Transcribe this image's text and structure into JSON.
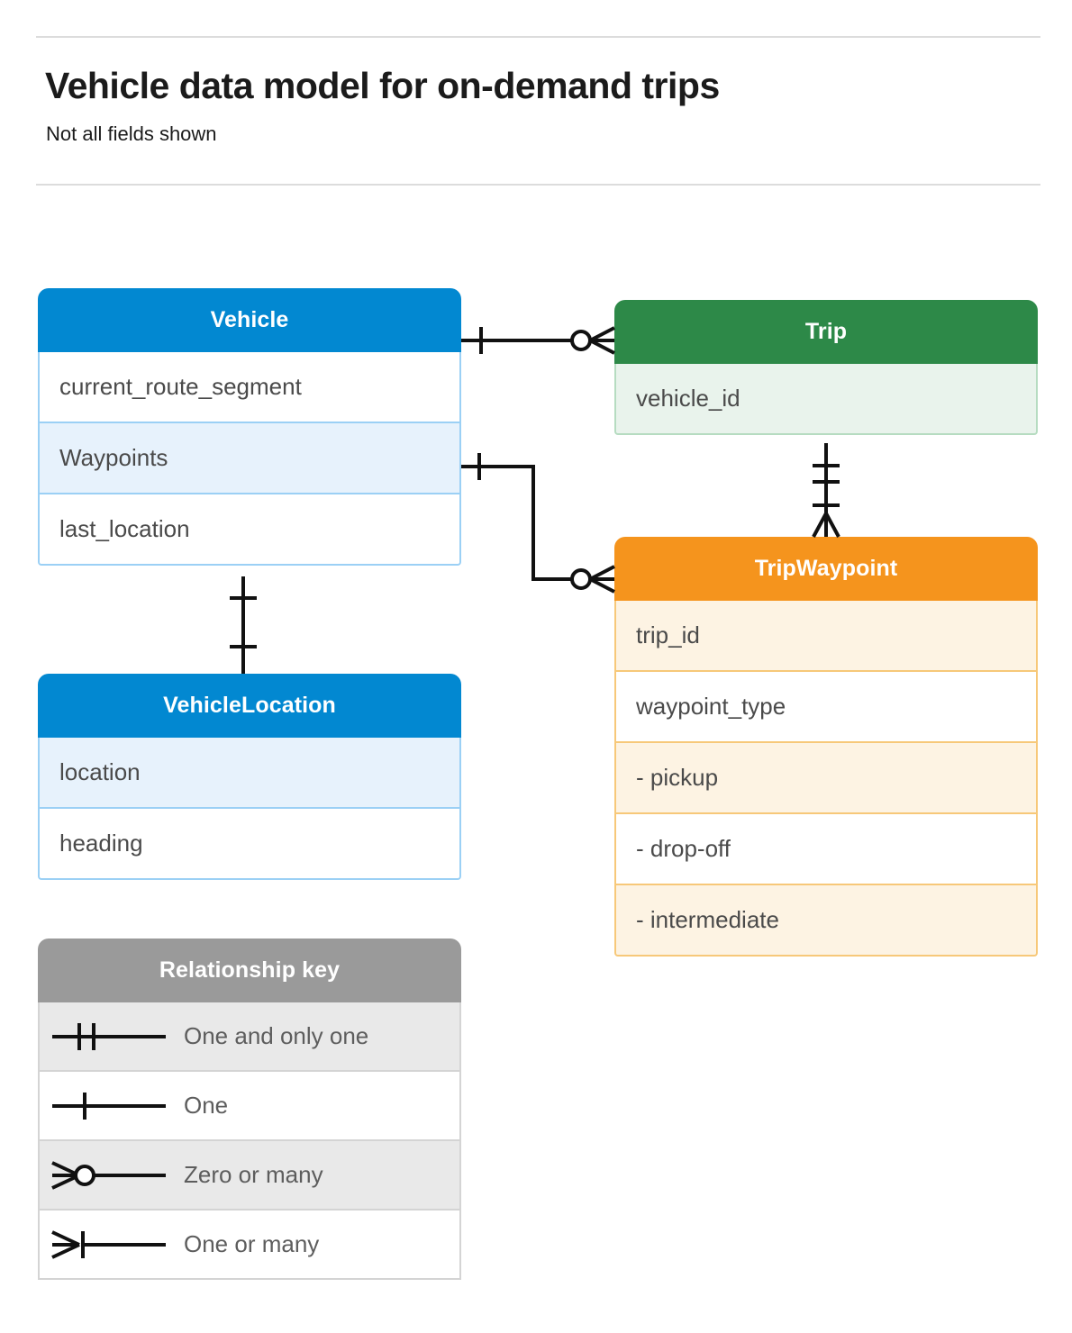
{
  "header": {
    "title": "Vehicle data model for on-demand trips",
    "subtitle": "Not all fields shown"
  },
  "colors": {
    "vehicle": "#0288d1",
    "trip": "#2d8948",
    "tripwaypoint": "#f5941d",
    "legend": "#9a9a9a",
    "connector": "#111111",
    "rule": "#dcdcdc"
  },
  "entities": [
    {
      "id": "vehicle",
      "name": "Vehicle",
      "theme": "blue",
      "rows": [
        {
          "label": "current_route_segment",
          "highlight": false
        },
        {
          "label": "Waypoints",
          "highlight": true
        },
        {
          "label": "last_location",
          "highlight": false
        }
      ]
    },
    {
      "id": "trip",
      "name": "Trip",
      "theme": "green",
      "rows": [
        {
          "label": "vehicle_id",
          "highlight": true
        }
      ]
    },
    {
      "id": "tripwaypoint",
      "name": "TripWaypoint",
      "theme": "orange",
      "rows": [
        {
          "label": "trip_id",
          "highlight": true
        },
        {
          "label": "waypoint_type",
          "highlight": false
        },
        {
          "label": "  -  pickup",
          "highlight": true
        },
        {
          "label": "  -  drop-off",
          "highlight": false
        },
        {
          "label": "  -  intermediate",
          "highlight": true
        }
      ]
    },
    {
      "id": "vehiclelocation",
      "name": "VehicleLocation",
      "theme": "blue",
      "rows": [
        {
          "label": "location",
          "highlight": true
        },
        {
          "label": "heading",
          "highlight": false
        }
      ]
    }
  ],
  "legend": {
    "title": "Relationship key",
    "items": [
      {
        "symbol": "one-and-only-one",
        "label": "One and only one",
        "highlight": true
      },
      {
        "symbol": "one",
        "label": "One",
        "highlight": false
      },
      {
        "symbol": "zero-or-many",
        "label": "Zero or many",
        "highlight": true
      },
      {
        "symbol": "one-or-many",
        "label": "One or many",
        "highlight": false
      }
    ]
  },
  "relationships": [
    {
      "id": "vehicle-to-trip",
      "from": "Vehicle",
      "to": "Trip",
      "from_cardinality": "One",
      "to_cardinality": "Zero or many"
    },
    {
      "id": "vehicle-waypoints-to-tripwaypoint",
      "from": "Vehicle.Waypoints",
      "to": "TripWaypoint",
      "from_cardinality": "One",
      "to_cardinality": "Zero or many"
    },
    {
      "id": "trip-to-tripwaypoint",
      "from": "Trip",
      "to": "TripWaypoint",
      "from_cardinality": "One and only one",
      "to_cardinality": "One or many"
    },
    {
      "id": "vehicle-to-vehiclelocation",
      "from": "Vehicle",
      "to": "VehicleLocation",
      "from_cardinality": "One",
      "to_cardinality": "One"
    }
  ]
}
